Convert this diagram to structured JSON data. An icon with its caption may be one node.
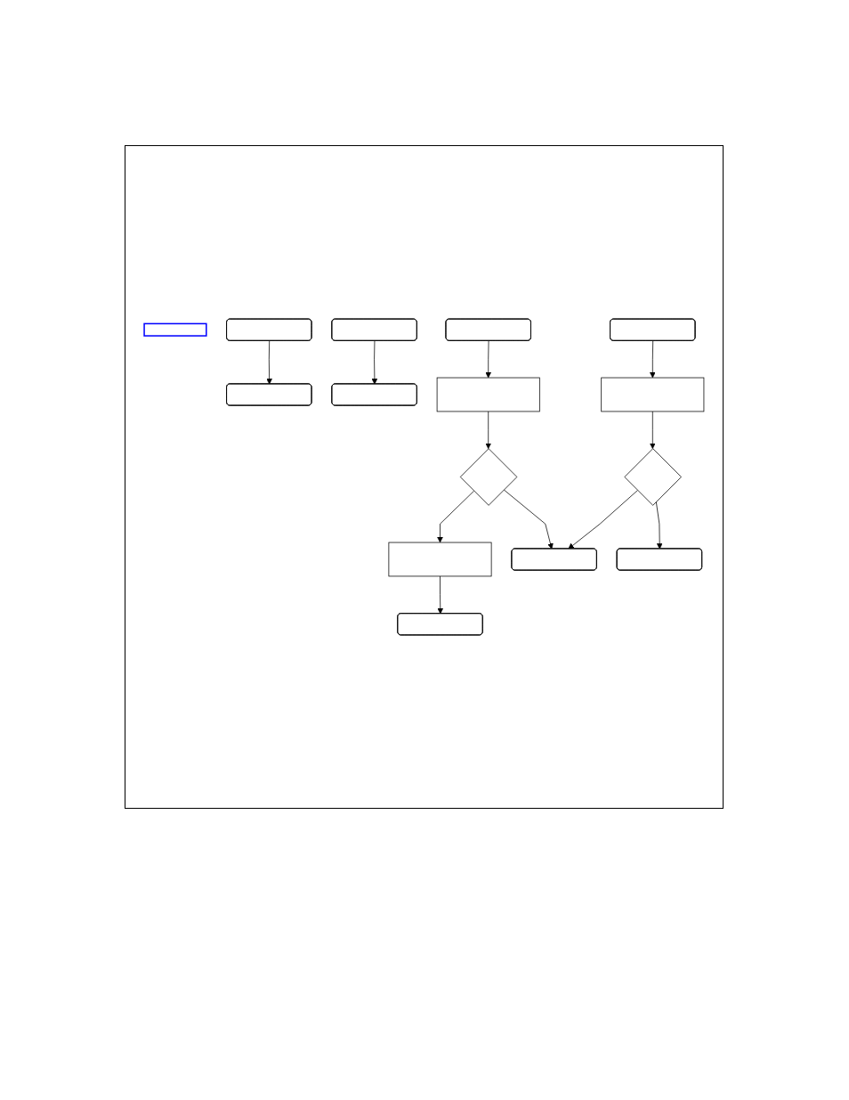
{
  "diagram": {
    "nodes": [
      {
        "text": [],
        "shape": "box"
      },
      {
        "text": [],
        "shape": "rounded"
      },
      {
        "text": [],
        "shape": "rounded"
      },
      {
        "text": [],
        "shape": "rounded"
      },
      {
        "text": [],
        "shape": "rounded"
      },
      {
        "text": [],
        "shape": "rounded"
      },
      {
        "text": [],
        "shape": "rounded"
      },
      {
        "text": [],
        "shape": "box"
      },
      {
        "text": [],
        "shape": "box"
      },
      {
        "text": [],
        "shape": "diamond"
      },
      {
        "text": [],
        "shape": "box"
      },
      {
        "text": [],
        "shape": "diamond"
      },
      {
        "text": [],
        "shape": "rounded"
      },
      {
        "text": [],
        "shape": "rounded"
      },
      {
        "text": [],
        "shape": "rounded"
      }
    ],
    "edges": [
      {
        "from": 1,
        "to": 5,
        "arrow": "to"
      },
      {
        "from": 2,
        "to": 6,
        "arrow": "to"
      },
      {
        "from": 3,
        "to": 8,
        "arrow": "to"
      },
      {
        "from": 4,
        "to": 7,
        "arrow": "to"
      },
      {
        "from": 8,
        "to": 9,
        "arrow": "to"
      },
      {
        "from": 9,
        "to": 10,
        "arrow": "to"
      },
      {
        "from": 9,
        "to": 13,
        "arrow": "to"
      },
      {
        "from": 7,
        "to": 11,
        "arrow": "to"
      },
      {
        "from": 11,
        "to": 13,
        "arrow": "to"
      },
      {
        "from": 10,
        "to": 12,
        "arrow": "to"
      },
      {
        "from": 11,
        "to": 14,
        "arrow": "to"
      }
    ]
  }
}
